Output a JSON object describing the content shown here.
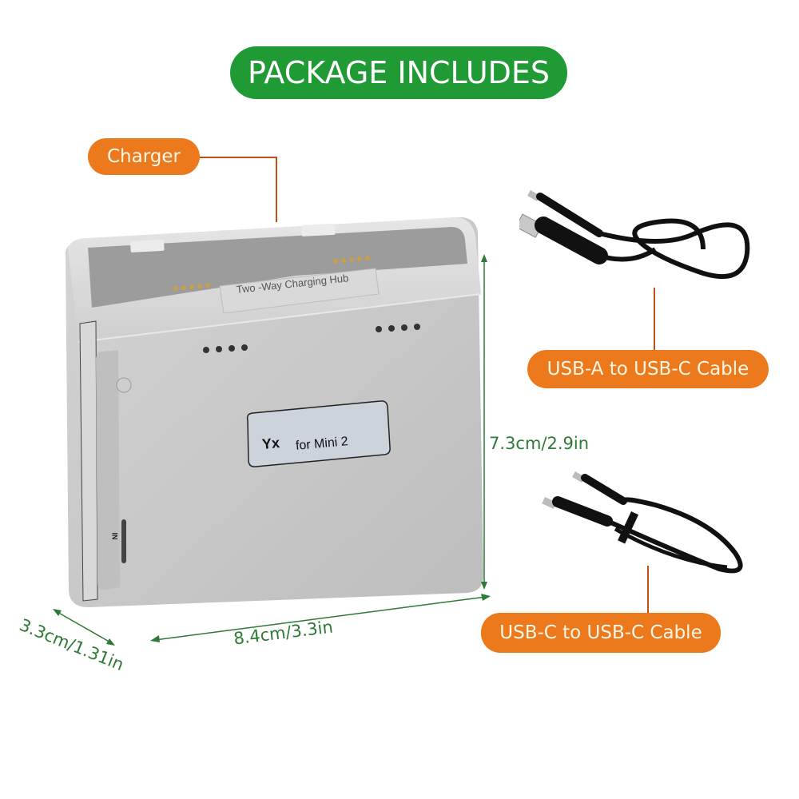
{
  "header": {
    "title": "PACKAGE INCLUDES"
  },
  "colors": {
    "title_bg": "#1f9a35",
    "tag_bg": "#ec7a1c",
    "leader_line": "#c0501a",
    "dimension_line": "#2e7a34",
    "device_body": "#c8c8c8"
  },
  "items": [
    {
      "label": "Charger"
    },
    {
      "label": "USB-A to USB-C Cable"
    },
    {
      "label": "USB-C to USB-C Cable"
    }
  ],
  "device": {
    "hub_label": "Two -Way Charging Hub",
    "brand_logo": "Yx",
    "model_label": "for Mini 2",
    "port_label": "IN"
  },
  "dimensions": {
    "height": "7.3cm/2.9in",
    "width": "8.4cm/3.3in",
    "depth": "3.3cm/1.31in"
  }
}
